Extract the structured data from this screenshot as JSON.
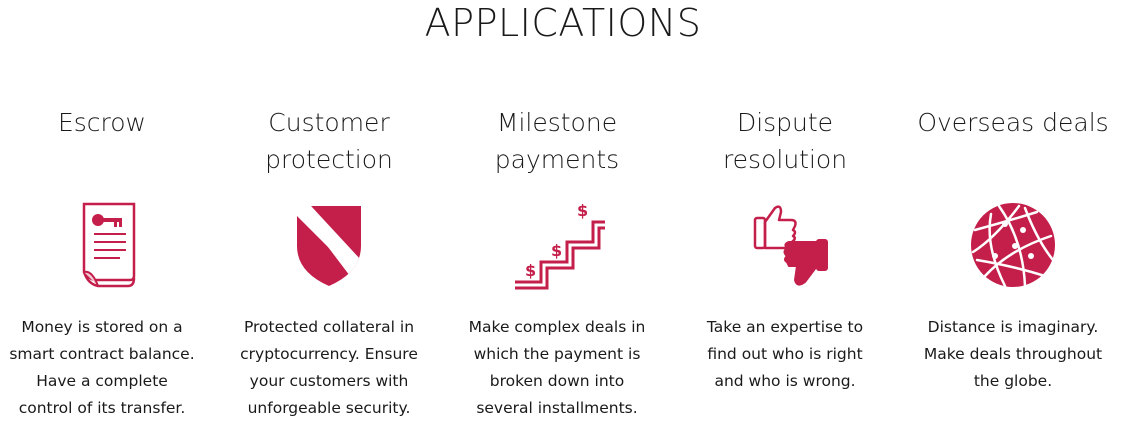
{
  "title": "APPLICATIONS",
  "accent_color": "#c41e4a",
  "applications": [
    {
      "heading": "Escrow",
      "icon": "contract-key-icon",
      "description": "Money is stored on a\nsmart contract balance.\nHave a complete\ncontrol of its transfer."
    },
    {
      "heading": "Customer\nprotection",
      "icon": "shield-icon",
      "description": "Protected collateral in\ncryptocurrency. Ensure\nyour customers with\nunforgeable security."
    },
    {
      "heading": "Milestone\npayments",
      "icon": "staircase-dollar-icon",
      "description": "Make complex deals in\nwhich the payment is\nbroken down into\nseveral installments."
    },
    {
      "heading": "Dispute\nresolution",
      "icon": "thumbs-up-down-icon",
      "description": "Take an expertise to\nfind out who is right\nand who is wrong."
    },
    {
      "heading": "Overseas deals",
      "icon": "globe-icon",
      "description": "Distance is imaginary.\nMake deals throughout\nthe globe."
    }
  ]
}
